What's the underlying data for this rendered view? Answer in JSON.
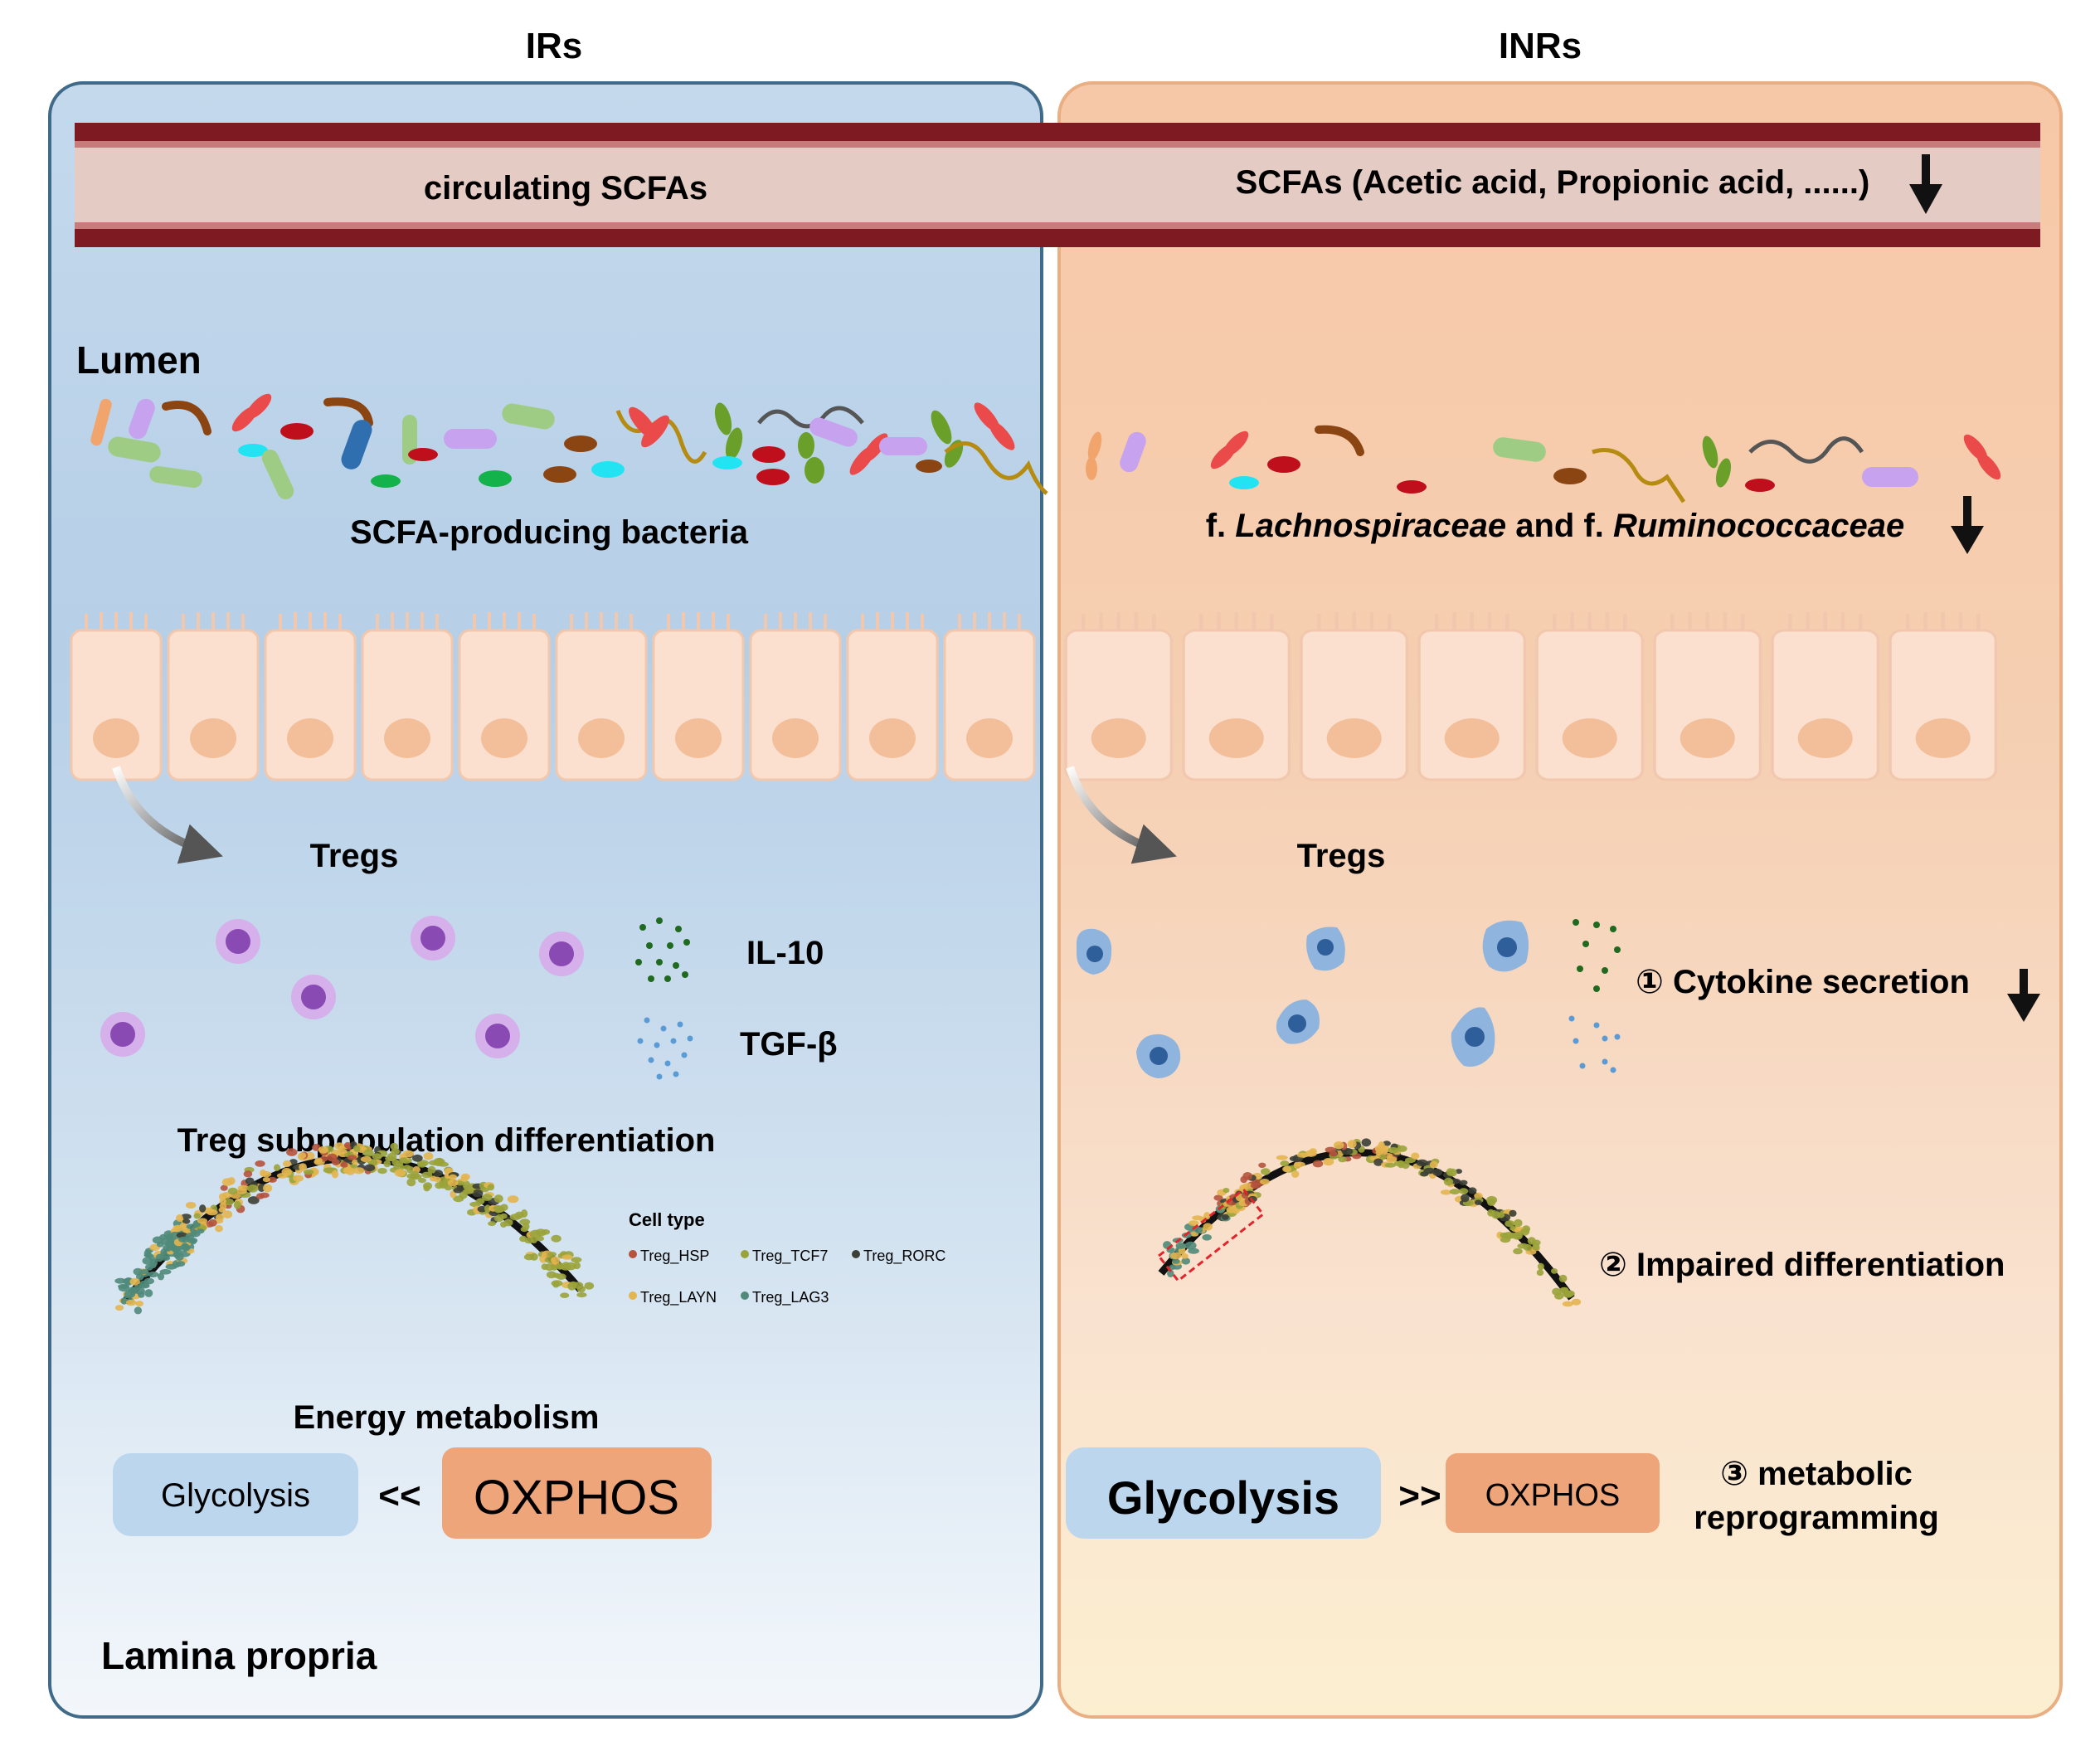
{
  "headers": {
    "left": "IRs",
    "right": "INRs"
  },
  "vessel": {
    "left_label": "circulating SCFAs",
    "right_label": "SCFAs (Acetic acid, Propionic acid, ......)"
  },
  "lumen": {
    "title": "Lumen",
    "left_bacteria_label": "SCFA-producing bacteria",
    "right_label_prefix": "f. ",
    "right_family1": "Lachnospiraceae",
    "right_label_mid": " and f. ",
    "right_family2": "Ruminococcaceae"
  },
  "tregs": {
    "left_title": "Tregs",
    "right_title": "Tregs",
    "il10": "IL-10",
    "tgfb": "TGF-β",
    "cytokine_secretion": "① Cytokine secretion"
  },
  "differentiation": {
    "left_title": "Treg subpopulation differentiation",
    "right_label": "② Impaired differentiation",
    "legend_title": "Cell type",
    "legend_items": [
      {
        "label": "Treg_HSP",
        "color": "#b5533c"
      },
      {
        "label": "Treg_TCF7",
        "color": "#9aa33a"
      },
      {
        "label": "Treg_RORC",
        "color": "#3b3f35"
      },
      {
        "label": "Treg_LAYN",
        "color": "#e3b54f"
      },
      {
        "label": "Treg_LAG3",
        "color": "#4f8a7a"
      }
    ]
  },
  "metabolism": {
    "left_title": "Energy metabolism",
    "left_glycolysis": "Glycolysis",
    "left_relation": "<<",
    "left_oxphos": "OXPHOS",
    "right_glycolysis": "Glycolysis",
    "right_relation": ">>",
    "right_oxphos": "OXPHOS",
    "right_note_line1": "③ metabolic",
    "right_note_line2": "reprogramming"
  },
  "footer": {
    "lamina_propria": "Lamina propria"
  },
  "colors": {
    "left_panel_top": "#b5cfe6",
    "right_panel_top": "#f6c6a4",
    "vessel_dark": "#7d1a22",
    "vessel_fill": "#e4cbc3",
    "glycolysis_box": "#bcd6ee",
    "oxphos_box": "#efa57a"
  }
}
